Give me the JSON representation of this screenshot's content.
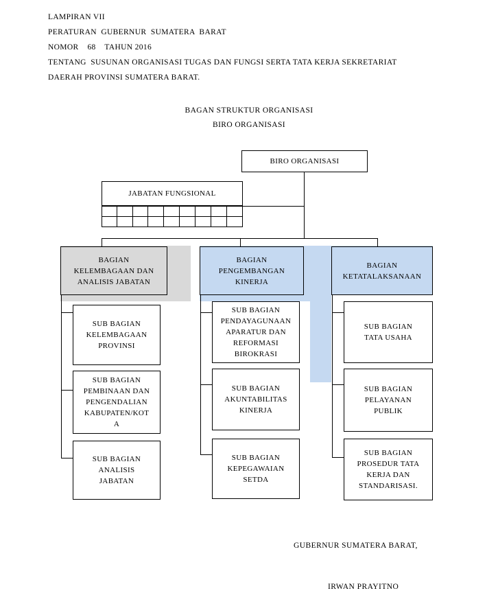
{
  "document": {
    "header_lines": [
      "LAMPIRAN VII",
      "PERATURAN  GUBERNUR  SUMATERA  BARAT",
      "NOMOR    68    TAHUN 2016",
      "TENTANG  SUSUNAN ORGANISASI TUGAS DAN FUNGSI SERTA TATA KERJA SEKRETARIAT",
      "DAERAH PROVINSI SUMATERA BARAT."
    ],
    "chart_title_line1": "BAGAN STRUKTUR ORGANISASI",
    "chart_title_line2": "BIRO ORGANISASI"
  },
  "chart_data": {
    "type": "diagram",
    "title": "BAGAN STRUKTUR ORGANISASI BIRO ORGANISASI",
    "root": {
      "label": "BIRO ORGANISASI"
    },
    "staff": {
      "label": "JABATAN FUNGSIONAL",
      "grid_columns": 9,
      "grid_rows": 2
    },
    "divisions": [
      {
        "label": "BAGIAN\nKELEMBAGAAN DAN\nANALISIS JABATAN",
        "fill": "#d9d9d9",
        "subunits": [
          "SUB BAGIAN\nKELEMBAGAAN\nPROVINSI",
          "SUB BAGIAN\nPEMBINAAN DAN\nPENGENDALIAN\nKABUPATEN/KOT\nA",
          "SUB BAGIAN\nANALISIS\nJABATAN"
        ]
      },
      {
        "label": "BAGIAN\nPENGEMBANGAN\nKINERJA",
        "fill": "#c5d9f1",
        "subunits": [
          "SUB BAGIAN\nPENDAYAGUNAAN\nAPARATUR DAN\nREFORMASI\nBIROKRASI",
          "SUB BAGIAN\nAKUNTABILITAS\nKINERJA",
          "SUB BAGIAN\nKEPEGAWAIAN\nSETDA"
        ]
      },
      {
        "label": "BAGIAN\nKETATALAKSANAAN",
        "fill": "#c5d9f1",
        "subunits": [
          "SUB BAGIAN\nTATA USAHA",
          "SUB BAGIAN\nPELAYANAN\nPUBLIK",
          "SUB BAGIAN\nPROSEDUR TATA\nKERJA DAN\nSTANDARISASI."
        ]
      }
    ],
    "colors": {
      "gray_fill": "#d9d9d9",
      "blue_fill": "#c5d9f1",
      "line": "#000000",
      "box_fill": "#ffffff"
    }
  },
  "signature": {
    "role": "GUBERNUR SUMATERA BARAT,",
    "name": "IRWAN PRAYITNO"
  }
}
